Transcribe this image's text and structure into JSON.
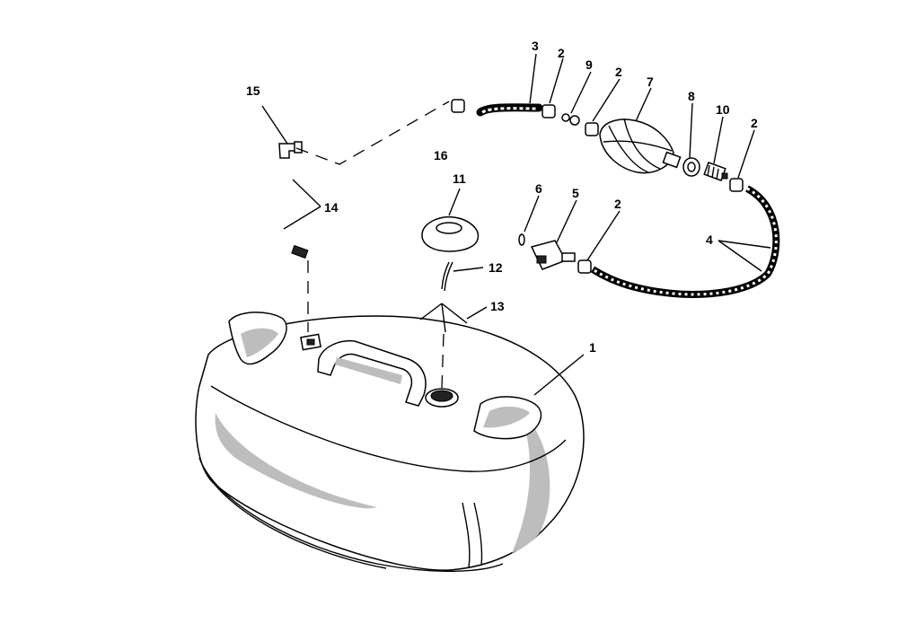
{
  "callouts": [
    {
      "id": "c1",
      "text": "1"
    },
    {
      "id": "c2a",
      "text": "2"
    },
    {
      "id": "c2b",
      "text": "2"
    },
    {
      "id": "c2c",
      "text": "2"
    },
    {
      "id": "c2d",
      "text": "2"
    },
    {
      "id": "c3",
      "text": "3"
    },
    {
      "id": "c4",
      "text": "4"
    },
    {
      "id": "c5",
      "text": "5"
    },
    {
      "id": "c6",
      "text": "6"
    },
    {
      "id": "c7",
      "text": "7"
    },
    {
      "id": "c8",
      "text": "8"
    },
    {
      "id": "c9",
      "text": "9"
    },
    {
      "id": "c10",
      "text": "10"
    },
    {
      "id": "c11",
      "text": "11"
    },
    {
      "id": "c12",
      "text": "12"
    },
    {
      "id": "c13",
      "text": "13"
    },
    {
      "id": "c14",
      "text": "14"
    },
    {
      "id": "c15",
      "text": "15"
    },
    {
      "id": "c16",
      "text": "16"
    }
  ],
  "colors": {
    "ink": "#000000",
    "background": "#ffffff",
    "shade": "#bdbdbd"
  }
}
